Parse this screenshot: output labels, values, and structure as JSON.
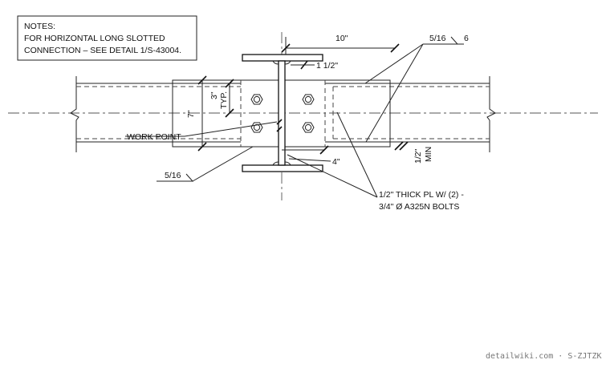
{
  "notes": {
    "heading": "NOTES:",
    "line1": "FOR HORIZONTAL LONG SLOTTED",
    "line2": "CONNECTION – SEE DETAIL 1/S-43004."
  },
  "dimensions": {
    "plate_length": "10\"",
    "edge_distance": "1 1/2\"",
    "bolt_spacing": "3\"",
    "bolt_spacing_note": "TYP.",
    "plate_depth": "7\"",
    "weld_length": "4\"",
    "gap_min": "1/2\"",
    "gap_min_note": "MIN"
  },
  "welds": {
    "top_size": "5/16",
    "top_length": "6",
    "bottom_size": "5/16"
  },
  "labels": {
    "work_point": "WORK POINT",
    "plate_line1": "1/2\" THICK PL W/ (2) -",
    "plate_line2": "3/4\" Ø A325N BOLTS"
  },
  "watermark": "detailwiki.com · S-ZJTZK"
}
